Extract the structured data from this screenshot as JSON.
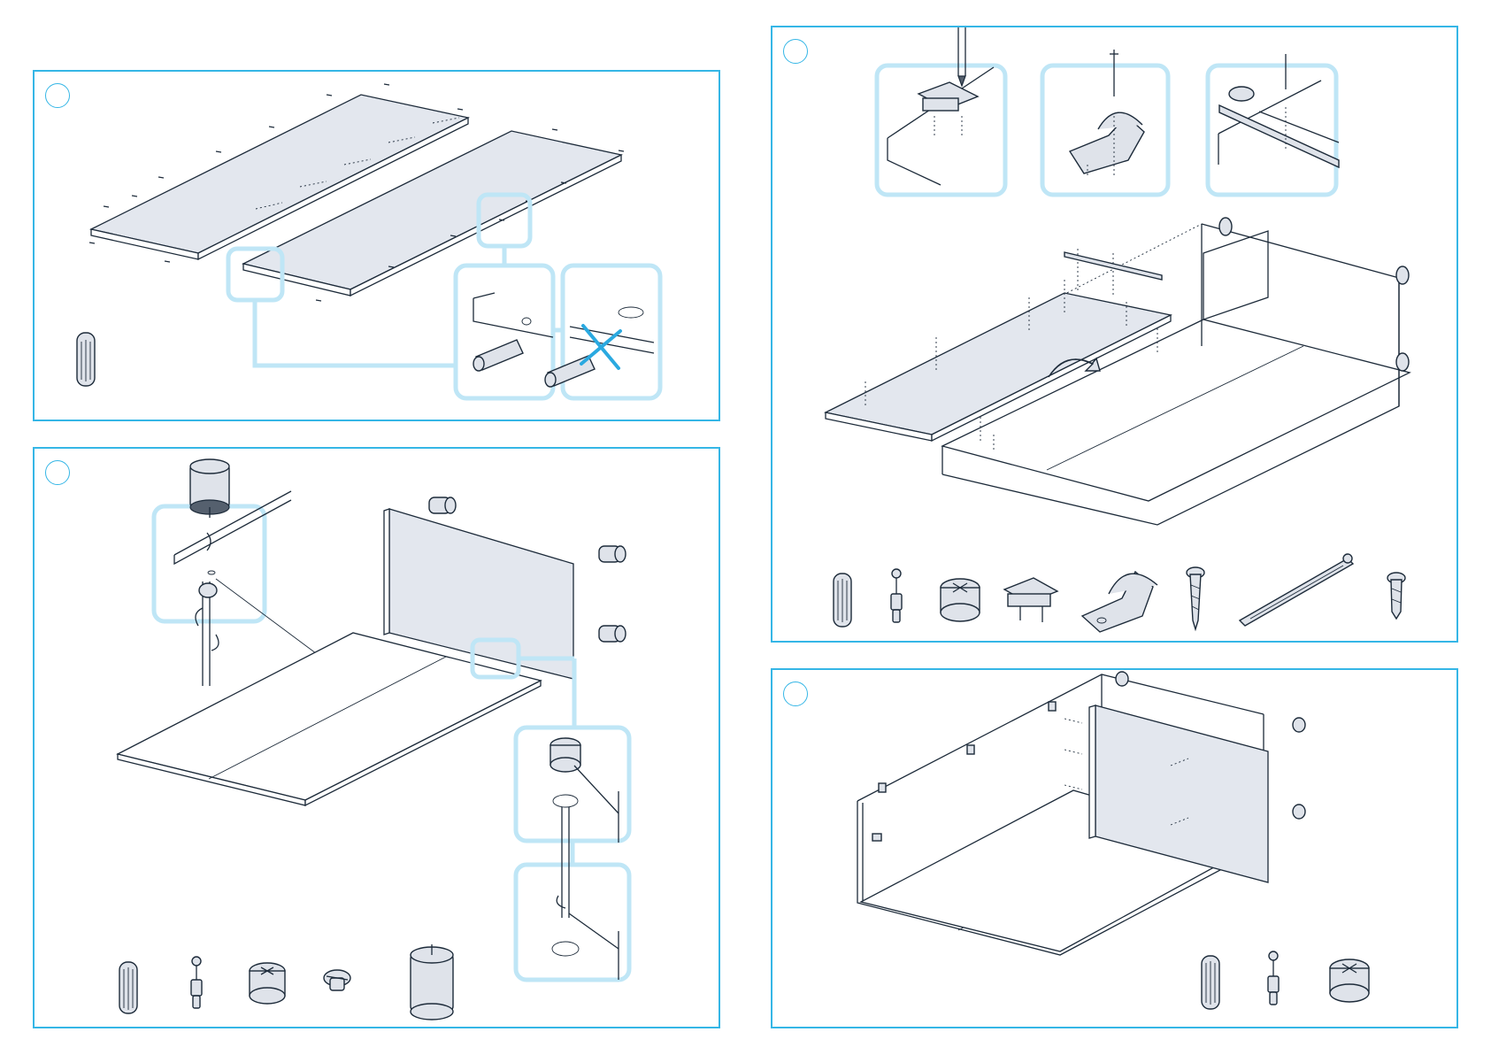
{
  "accent_color": "#35b6e6",
  "highlight_color": "#bfe6f6",
  "line_color": "#1d2b3a",
  "steps": [
    {
      "panel": "panel-1",
      "number": "",
      "parts": [
        "dowel-icon"
      ]
    },
    {
      "panel": "panel-2",
      "number": "",
      "parts": [
        "dowel-icon",
        "cam-bolt-icon",
        "cam-lock-icon",
        "slotted-screw-icon",
        "foot-icon"
      ]
    },
    {
      "panel": "panel-3",
      "number": "",
      "parts": [
        "dowel-icon",
        "cam-bolt-icon",
        "cam-lock-icon",
        "hinge-plate-icon",
        "bracket-icon",
        "long-screw-icon",
        "rail-icon",
        "short-screw-icon"
      ]
    },
    {
      "panel": "panel-4",
      "number": "",
      "parts": [
        "dowel-icon",
        "cam-bolt-icon",
        "cam-lock-icon"
      ]
    }
  ]
}
